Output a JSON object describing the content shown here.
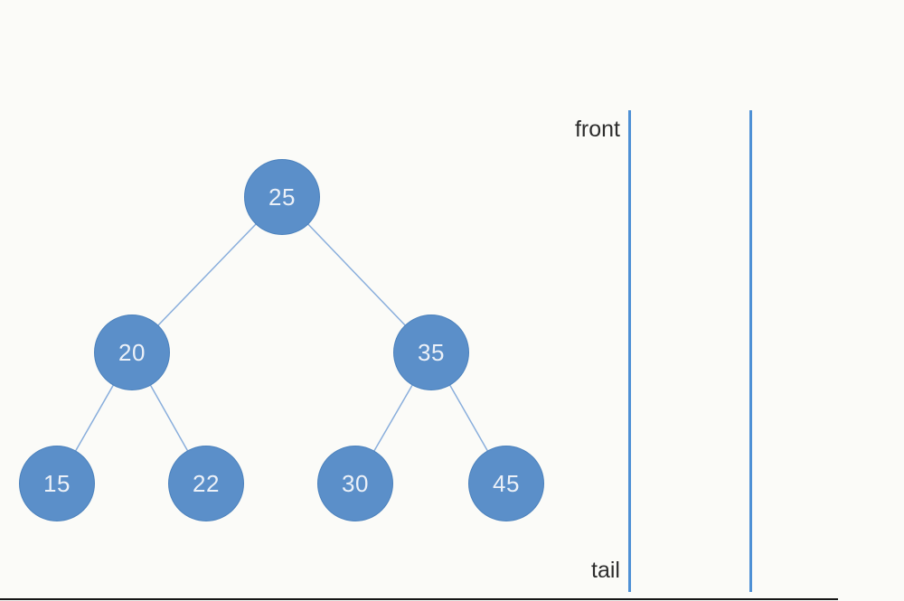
{
  "diagram": {
    "description_labels": {},
    "tree": {
      "nodes": [
        {
          "value": "25"
        },
        {
          "value": "20"
        },
        {
          "value": "35"
        },
        {
          "value": "15"
        },
        {
          "value": "22"
        },
        {
          "value": "30"
        },
        {
          "value": "45"
        }
      ],
      "edges": [
        [
          "25",
          "20"
        ],
        [
          "25",
          "35"
        ],
        [
          "20",
          "15"
        ],
        [
          "20",
          "22"
        ],
        [
          "35",
          "30"
        ],
        [
          "35",
          "45"
        ]
      ],
      "root": "25"
    },
    "queue": {
      "front_label": "front",
      "tail_label": "tail"
    }
  },
  "colors": {
    "background": "#fbfbf8",
    "node_fill": "#5b8fc9",
    "node_border": "#4c82bd",
    "node_text": "#ecf1f8",
    "edge": "#89aedc",
    "queue_line": "#4e90d5",
    "label_text": "#2d2d2d",
    "bottom_line": "#161616"
  }
}
